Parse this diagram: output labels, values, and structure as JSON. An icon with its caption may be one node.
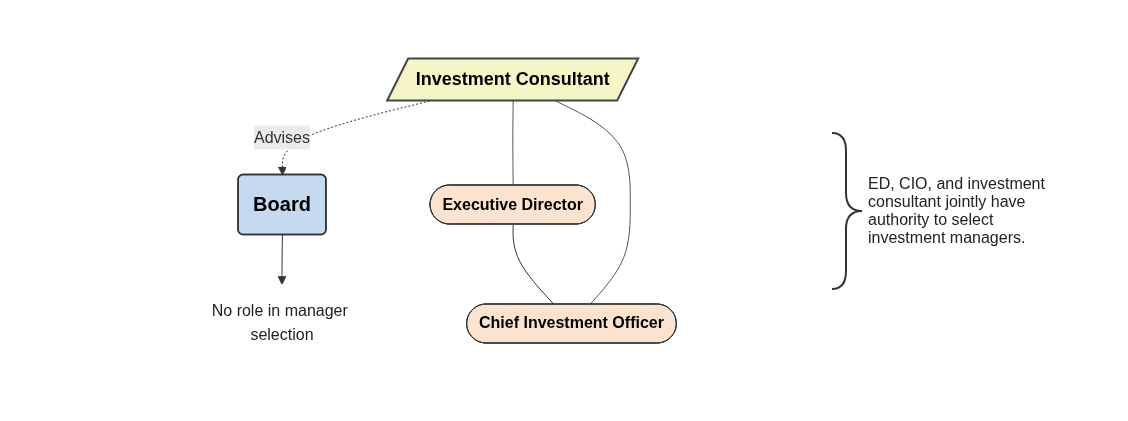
{
  "diagram": {
    "nodes": [
      {
        "text": [
          "Board"
        ]
      },
      {
        "text": [
          "No role in manager selection"
        ]
      },
      {
        "text": [
          "Executive Director"
        ]
      },
      {
        "text": [
          "Chief Investment Officer"
        ]
      },
      {
        "text": [
          "Investment Consultant"
        ]
      }
    ],
    "edges": [
      {
        "from": 0,
        "to": 1,
        "arrow": "to"
      },
      {
        "from": 4,
        "to": 0,
        "arrow": "to",
        "style": "dashed",
        "label": "Advises"
      },
      {
        "from": 2,
        "to": 3,
        "arrow": "none"
      },
      {
        "from": 4,
        "to": 2,
        "arrow": "none",
        "color": "#555555"
      },
      {
        "from": 4,
        "to": 3,
        "arrow": "none",
        "color": "#555555"
      }
    ],
    "labels": [
      "ED, CIO, and investment consultant jointly have authority to select investment managers."
    ]
  }
}
